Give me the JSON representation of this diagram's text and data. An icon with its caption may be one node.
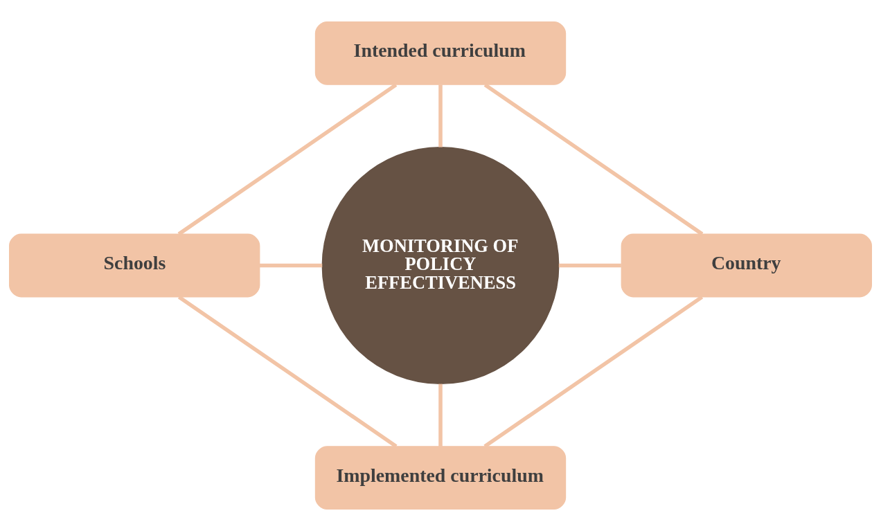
{
  "diagram": {
    "nodes": [
      {
        "text": [
          "Intended curriculum"
        ]
      },
      {
        "text": [
          "Schools"
        ]
      },
      {
        "text": [
          "MONITORING OF POLICY EFFECTIVENESS"
        ]
      },
      {
        "text": [
          "Country"
        ]
      },
      {
        "text": [
          "Implemented curriculum"
        ]
      }
    ],
    "edges": [
      {
        "from": 0,
        "to": 1,
        "arrow": "none"
      },
      {
        "from": 0,
        "to": 2,
        "arrow": "none"
      },
      {
        "from": 0,
        "to": 3,
        "arrow": "none"
      },
      {
        "from": 1,
        "to": 2,
        "arrow": "none"
      },
      {
        "from": 2,
        "to": 3,
        "arrow": "none"
      },
      {
        "from": 1,
        "to": 4,
        "arrow": "none"
      },
      {
        "from": 2,
        "to": 4,
        "arrow": "none"
      },
      {
        "from": 3,
        "to": 4,
        "arrow": "none"
      }
    ]
  }
}
